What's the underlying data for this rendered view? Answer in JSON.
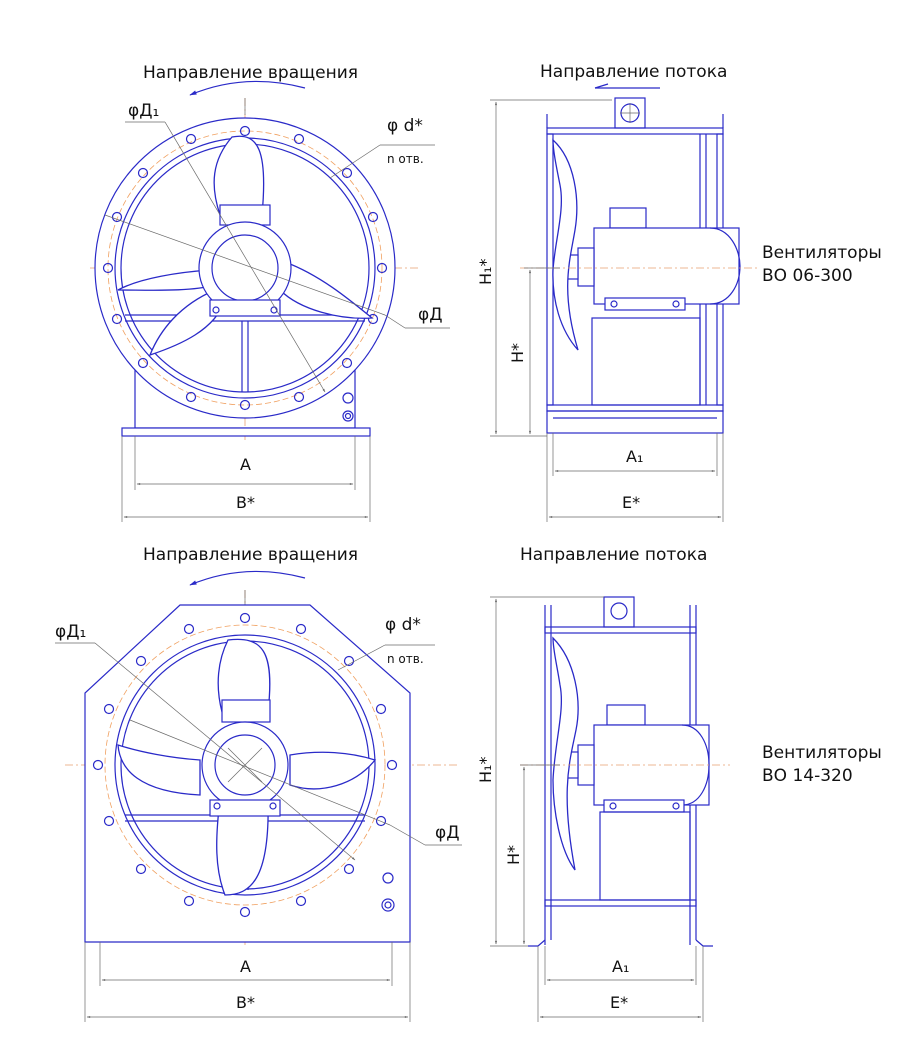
{
  "diagrams": [
    {
      "id": "top",
      "rotation_label": "Направление вращения",
      "flow_label": "Направление потока",
      "fan_label_line1": "Вентиляторы",
      "fan_label_line2": "ВО 06-300",
      "phi_d1": "φД₁",
      "phi_d_star": "φ d*",
      "n_holes": "n отв.",
      "phi_d": "φД",
      "dim_a": "A",
      "dim_b": "B*",
      "dim_h1": "H₁*",
      "dim_h": "H*",
      "dim_a1": "A₁",
      "dim_e": "E*"
    },
    {
      "id": "bottom",
      "rotation_label": "Направление вращения",
      "flow_label": "Направление потока",
      "fan_label_line1": "Вентиляторы",
      "fan_label_line2": "ВО 14-320",
      "phi_d1": "φД₁",
      "phi_d_star": "φ d*",
      "n_holes": "n отв.",
      "phi_d": "φД",
      "dim_a": "A",
      "dim_b": "B*",
      "dim_h1": "H₁*",
      "dim_h": "H*",
      "dim_a1": "A₁",
      "dim_e": "E*"
    }
  ]
}
